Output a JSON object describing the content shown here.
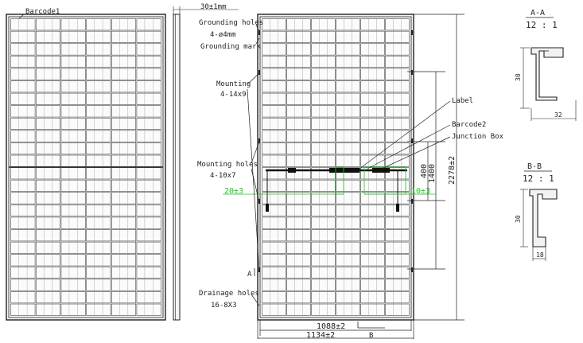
{
  "front_view": {
    "barcode1_label": "Barcode1"
  },
  "side_view": {
    "thickness_label": "30±1mm"
  },
  "rear_view": {
    "grounding_holes_label_1": "Grounding holes",
    "grounding_holes_label_2": "4-ø4mm",
    "grounding_mark_label": "Grounding mark",
    "mounting_label_1": "Mounting",
    "mounting_label_2": "4-14x9",
    "mounting_holes_label_1": "Mounting holes",
    "mounting_holes_label_2": "4-10x7",
    "left_cable_dim": "20±3",
    "right_cable_dim": "10±3",
    "section_a_marker": "A",
    "section_b_marker": "B",
    "drainage_holes_label_1": "Drainage holes",
    "drainage_holes_label_2": "16-8X3",
    "label_label": "Label",
    "barcode2_label": "Barcode2",
    "junction_box_label": "Junction Box",
    "dim_400": "400",
    "dim_1400": "1400",
    "dim_length": "2278±2",
    "dim_inner_width": "1088±2",
    "dim_outer_width": "1134±2"
  },
  "section_a": {
    "title": "A-A",
    "scale": "12 : 1",
    "height_dim": "30",
    "width_dim": "32"
  },
  "section_b": {
    "title": "B-B",
    "scale": "12 : 1",
    "height_dim": "30",
    "width_dim": "18"
  },
  "colors": {
    "line": "#2a2a2a",
    "dim_green": "#22c922",
    "frame_fill": "#f4f4f4"
  }
}
